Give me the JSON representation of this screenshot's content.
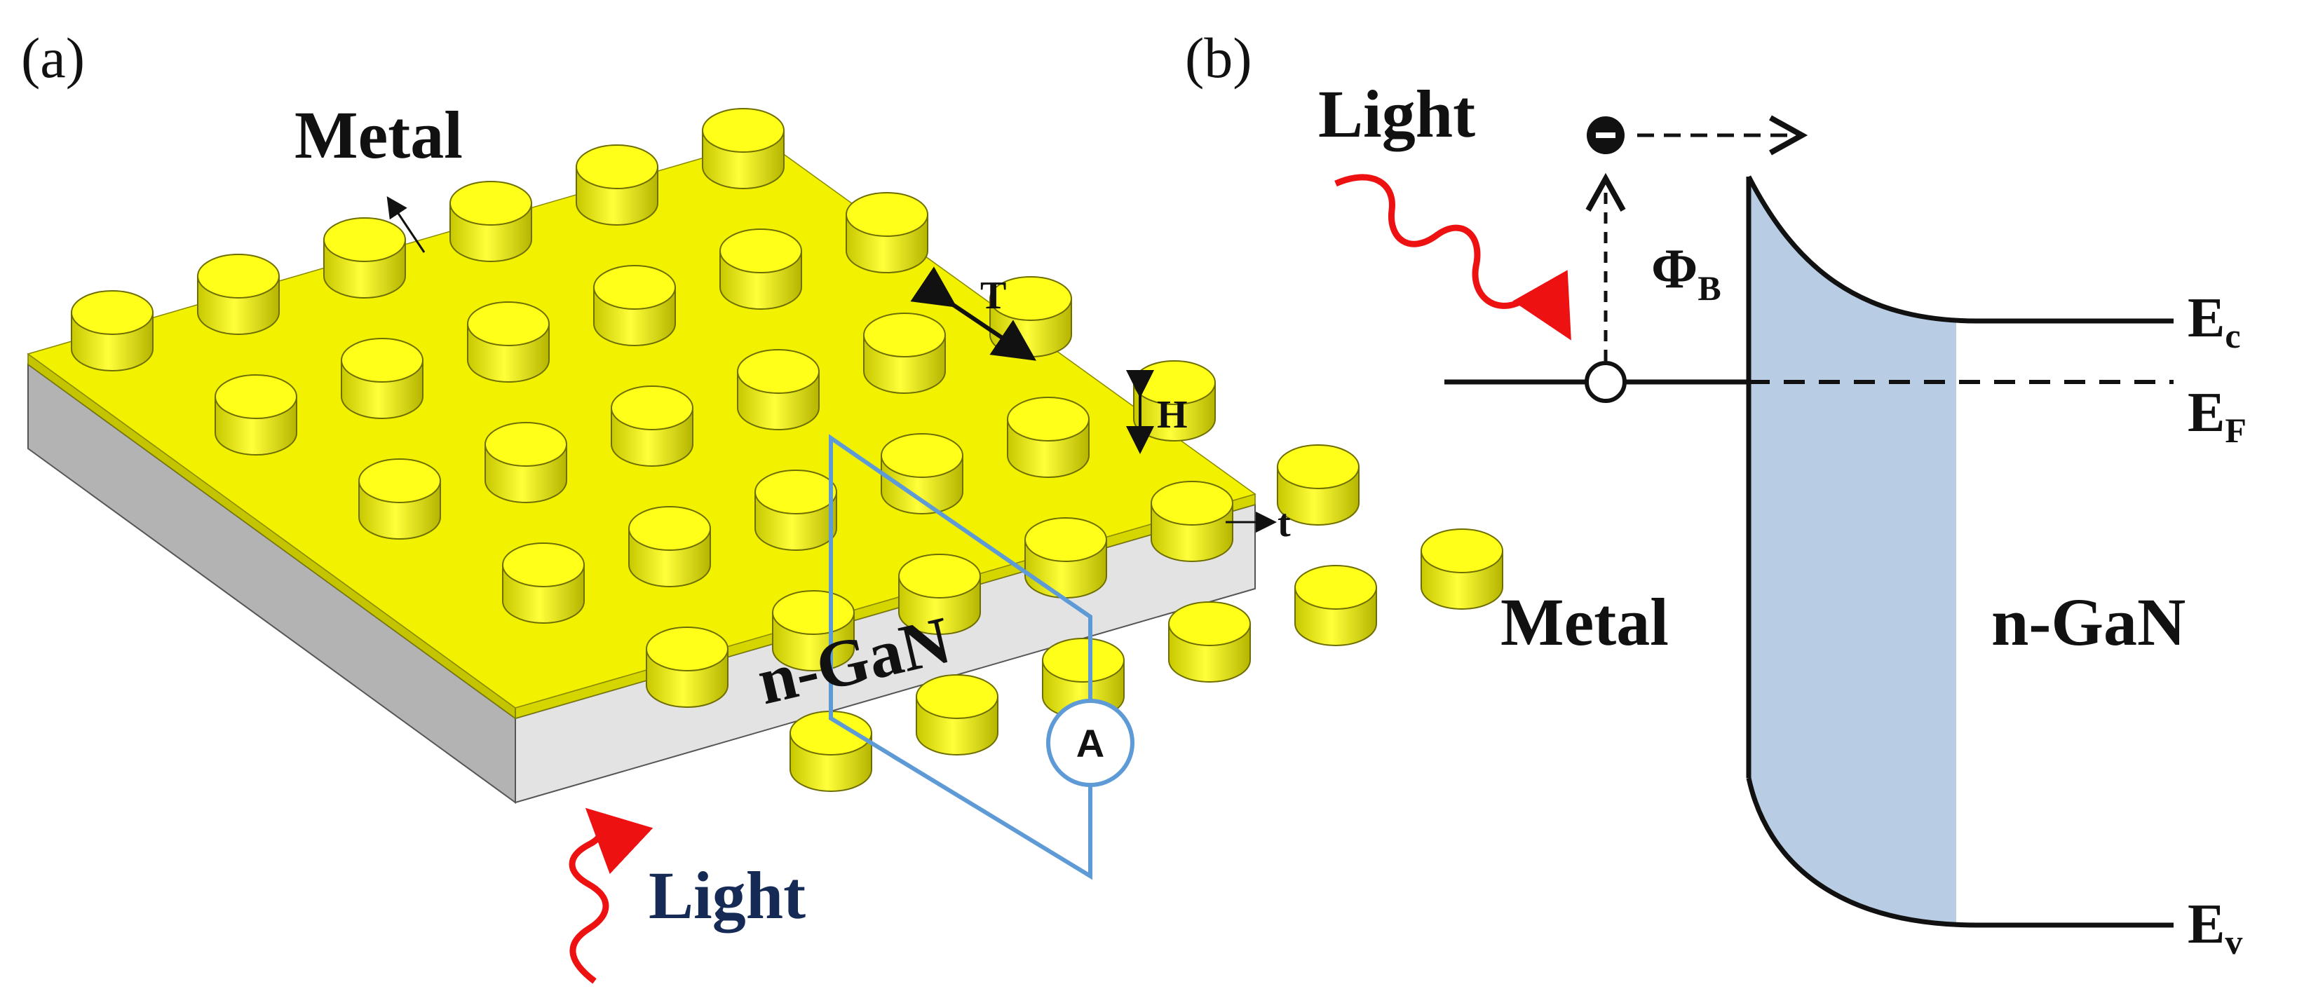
{
  "panel_a": {
    "label": "(a)",
    "metal_label": "Metal",
    "substrate_label": "n-GaN",
    "light_label": "Light",
    "ammeter_symbol": "A",
    "dim_T": "T",
    "dim_H": "H",
    "dim_t": "t"
  },
  "panel_b": {
    "label": "(b)",
    "light_label": "Light",
    "barrier_main": "Φ",
    "barrier_sub": "B",
    "metal_label": "Metal",
    "semiconductor_label": "n-GaN",
    "ec_main": "E",
    "ec_sub": "c",
    "ef_main": "E",
    "ef_sub": "F",
    "ev_main": "E",
    "ev_sub": "v"
  },
  "colors": {
    "metal_gold": "#f2f200",
    "substrate_gray": "#e3e3e3",
    "circuit_blue": "#5d9ad6",
    "depletion_blue": "#b8cce4",
    "light_red": "#ee1111",
    "light_label_navy": "#152a55"
  }
}
